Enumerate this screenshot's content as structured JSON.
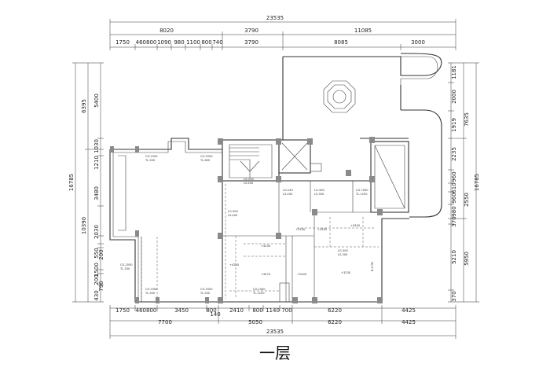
{
  "title": "一层",
  "dims": {
    "top_total": "23535",
    "top_row1": [
      "8020",
      "3790",
      "11085"
    ],
    "top_row2": [
      "1750",
      "460800",
      "1090",
      "980",
      "1100",
      "800",
      "740",
      "3790",
      "8085",
      "3000"
    ],
    "bottom_row1": [
      "1750",
      "460800",
      "3450",
      "800",
      "2410",
      "800",
      "1140",
      "700",
      "6220",
      "4425"
    ],
    "bottom_140": "140",
    "bottom_row2": [
      "7700",
      "5050",
      "6220",
      "4425"
    ],
    "bottom_total": "23535",
    "left_total": "16785",
    "left_col1": [
      "6395",
      "10390"
    ],
    "left_col2": [
      "5400",
      "1030",
      "1210",
      "3480",
      "2030",
      "550",
      "200",
      "1500",
      "200",
      "790",
      "430"
    ],
    "right_total": "16785",
    "right_col1": [
      "7635",
      "2550",
      "5950"
    ],
    "right_col2": [
      "1181",
      "2000",
      "1919",
      "2235",
      "960",
      "610",
      "960",
      "980",
      "370",
      "5210",
      "370"
    ]
  },
  "room_labels": [
    "CG.2550",
    "TL.500",
    "CG.2550",
    "TL.800",
    "LG.240",
    "LS.400",
    "LG.240",
    "LS.400",
    "LG.300",
    "LS.300",
    "CG.7000",
    "TL.1250",
    "LG.300",
    "LS.400",
    "LG.300",
    "LS.300",
    "CG.2550",
    "TL.330",
    "CG.2500",
    "TL.500",
    "CG.2550",
    "TL.500",
    "CG.1000",
    "TL.1250",
    "+3350",
    "+3350",
    "+3400",
    "+4200",
    "+4200",
    "+4570",
    "+2400",
    "+3230",
    "B.S.TB"
  ]
}
